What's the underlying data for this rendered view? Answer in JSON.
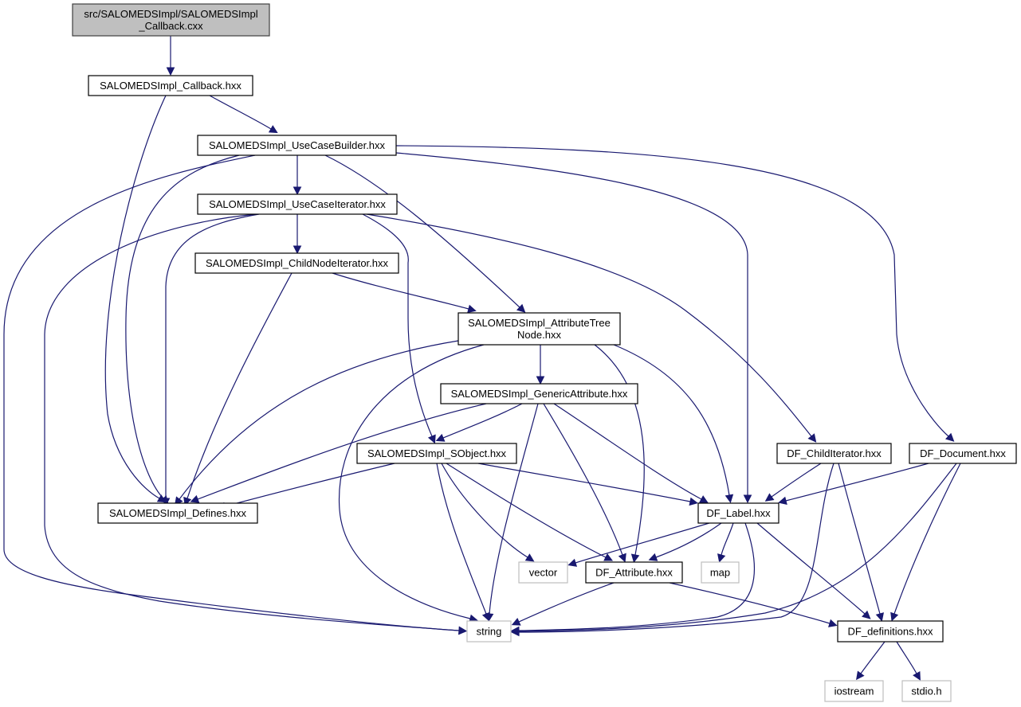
{
  "diagram": {
    "type": "include-dependency-graph",
    "edge_color": "#191970",
    "root_fill": "#bfbfbf",
    "system_header_border": "#bfbfbf",
    "nodes": [
      {
        "id": "root",
        "lines": [
          "src/SALOMEDSImpl/SALOMEDSImpl",
          "_Callback.cxx"
        ],
        "kind": "root"
      },
      {
        "id": "callback",
        "lines": [
          "SALOMEDSImpl_Callback.hxx"
        ],
        "kind": "local"
      },
      {
        "id": "usecasebuilder",
        "lines": [
          "SALOMEDSImpl_UseCaseBuilder.hxx"
        ],
        "kind": "local"
      },
      {
        "id": "usecaseiterator",
        "lines": [
          "SALOMEDSImpl_UseCaseIterator.hxx"
        ],
        "kind": "local"
      },
      {
        "id": "childnodeiterator",
        "lines": [
          "SALOMEDSImpl_ChildNodeIterator.hxx"
        ],
        "kind": "local"
      },
      {
        "id": "attributetreenode",
        "lines": [
          "SALOMEDSImpl_AttributeTree",
          "Node.hxx"
        ],
        "kind": "local"
      },
      {
        "id": "genericattribute",
        "lines": [
          "SALOMEDSImpl_GenericAttribute.hxx"
        ],
        "kind": "local"
      },
      {
        "id": "sobject",
        "lines": [
          "SALOMEDSImpl_SObject.hxx"
        ],
        "kind": "local"
      },
      {
        "id": "defines",
        "lines": [
          "SALOMEDSImpl_Defines.hxx"
        ],
        "kind": "local"
      },
      {
        "id": "childiterator",
        "lines": [
          "DF_ChildIterator.hxx"
        ],
        "kind": "local"
      },
      {
        "id": "document",
        "lines": [
          "DF_Document.hxx"
        ],
        "kind": "local"
      },
      {
        "id": "label",
        "lines": [
          "DF_Label.hxx"
        ],
        "kind": "local"
      },
      {
        "id": "vector",
        "lines": [
          "vector"
        ],
        "kind": "system"
      },
      {
        "id": "attribute",
        "lines": [
          "DF_Attribute.hxx"
        ],
        "kind": "local"
      },
      {
        "id": "map",
        "lines": [
          "map"
        ],
        "kind": "system"
      },
      {
        "id": "string",
        "lines": [
          "string"
        ],
        "kind": "system"
      },
      {
        "id": "definitions",
        "lines": [
          "DF_definitions.hxx"
        ],
        "kind": "local"
      },
      {
        "id": "iostream",
        "lines": [
          "iostream"
        ],
        "kind": "system"
      },
      {
        "id": "stdio",
        "lines": [
          "stdio.h"
        ],
        "kind": "system"
      }
    ],
    "edges": [
      [
        "root",
        "callback"
      ],
      [
        "callback",
        "usecasebuilder"
      ],
      [
        "callback",
        "defines"
      ],
      [
        "usecasebuilder",
        "usecaseiterator"
      ],
      [
        "usecasebuilder",
        "attributetreenode"
      ],
      [
        "usecasebuilder",
        "defines"
      ],
      [
        "usecasebuilder",
        "string"
      ],
      [
        "usecasebuilder",
        "label"
      ],
      [
        "usecasebuilder",
        "document"
      ],
      [
        "usecaseiterator",
        "childnodeiterator"
      ],
      [
        "usecaseiterator",
        "sobject"
      ],
      [
        "usecaseiterator",
        "defines"
      ],
      [
        "usecaseiterator",
        "string"
      ],
      [
        "usecaseiterator",
        "childiterator"
      ],
      [
        "childnodeiterator",
        "attributetreenode"
      ],
      [
        "childnodeiterator",
        "defines"
      ],
      [
        "attributetreenode",
        "genericattribute"
      ],
      [
        "attributetreenode",
        "defines"
      ],
      [
        "attributetreenode",
        "string"
      ],
      [
        "attributetreenode",
        "attribute"
      ],
      [
        "attributetreenode",
        "label"
      ],
      [
        "genericattribute",
        "sobject"
      ],
      [
        "genericattribute",
        "defines"
      ],
      [
        "genericattribute",
        "string"
      ],
      [
        "genericattribute",
        "attribute"
      ],
      [
        "genericattribute",
        "label"
      ],
      [
        "sobject",
        "defines"
      ],
      [
        "sobject",
        "label"
      ],
      [
        "sobject",
        "attribute"
      ],
      [
        "sobject",
        "vector"
      ],
      [
        "sobject",
        "string"
      ],
      [
        "childiterator",
        "label"
      ],
      [
        "childiterator",
        "definitions"
      ],
      [
        "childiterator",
        "string"
      ],
      [
        "document",
        "label"
      ],
      [
        "document",
        "definitions"
      ],
      [
        "document",
        "string"
      ],
      [
        "label",
        "vector"
      ],
      [
        "label",
        "attribute"
      ],
      [
        "label",
        "map"
      ],
      [
        "label",
        "string"
      ],
      [
        "label",
        "definitions"
      ],
      [
        "attribute",
        "string"
      ],
      [
        "attribute",
        "definitions"
      ],
      [
        "definitions",
        "iostream"
      ],
      [
        "definitions",
        "stdio"
      ]
    ]
  }
}
